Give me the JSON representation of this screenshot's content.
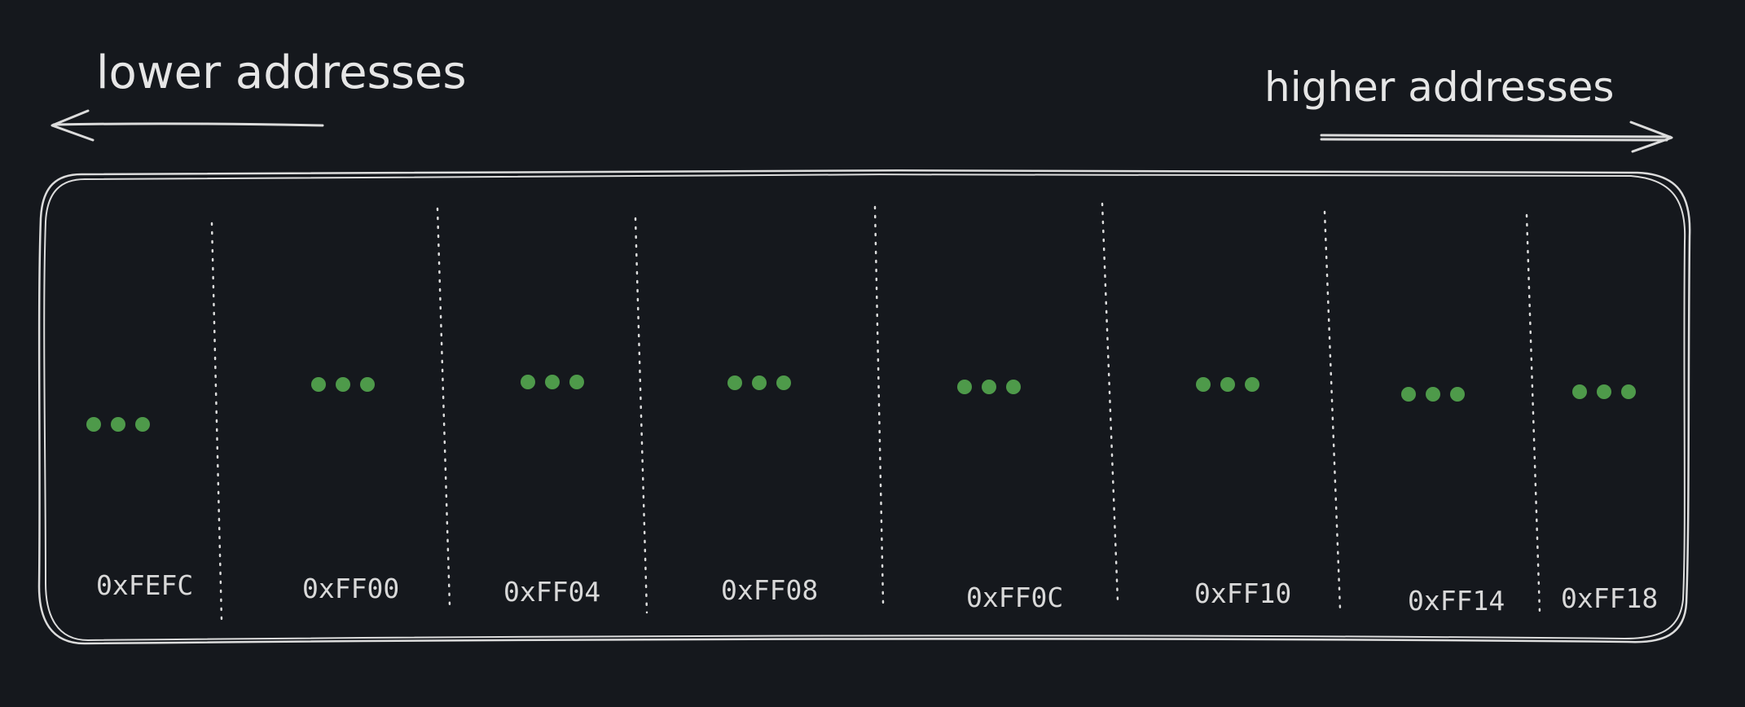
{
  "labels": {
    "lower": "lower addresses",
    "higher": "higher addresses"
  },
  "colors": {
    "background": "#15181d",
    "stroke": "#dcdcdc",
    "dots": "#4e9a4a",
    "text": "#e6e6e6"
  },
  "cells": [
    {
      "address": "0xFEFC",
      "content": "..."
    },
    {
      "address": "0xFF00",
      "content": "..."
    },
    {
      "address": "0xFF04",
      "content": "..."
    },
    {
      "address": "0xFF08",
      "content": "..."
    },
    {
      "address": "0xFF0C",
      "content": "..."
    },
    {
      "address": "0xFF10",
      "content": "..."
    },
    {
      "address": "0xFF14",
      "content": "..."
    },
    {
      "address": "0xFF18",
      "content": "..."
    }
  ]
}
